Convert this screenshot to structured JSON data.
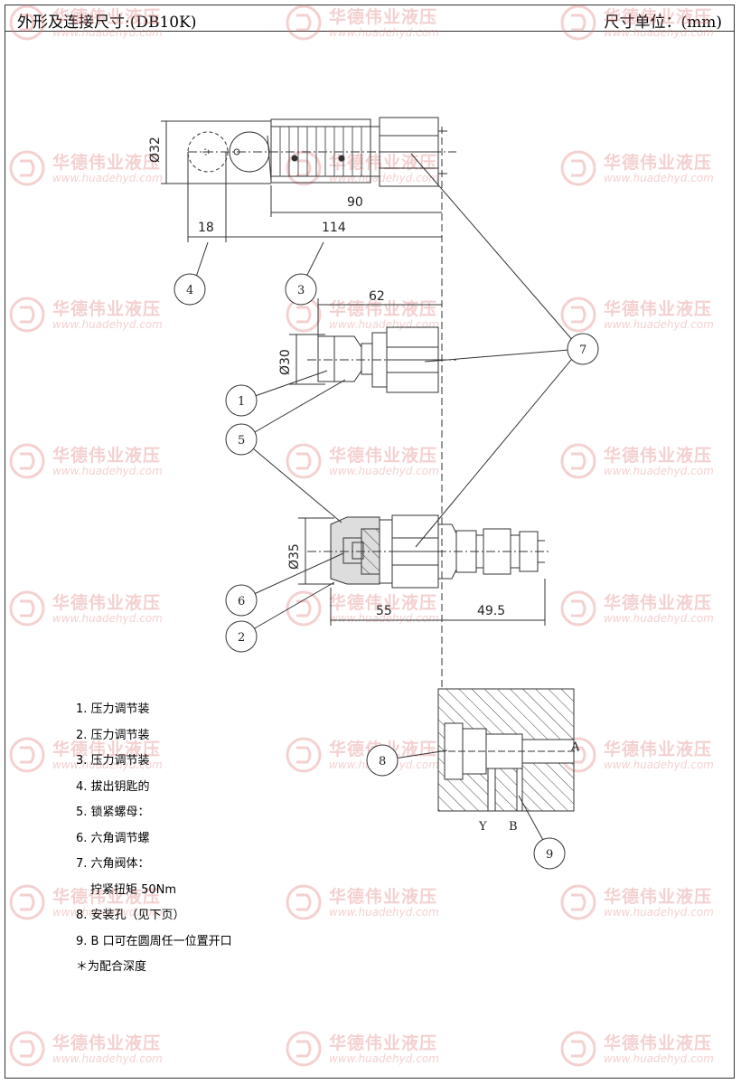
{
  "header": {
    "title": "外形及连接尺寸:(DB10K)",
    "unit": "尺寸单位：(mm)"
  },
  "watermark": {
    "brand": "华德伟业液压",
    "url": "www.huadehyd.com",
    "color": "#e07a7a"
  },
  "dimensions": {
    "d32": "Ø32",
    "l90": "90",
    "l18": "18",
    "l114": "114",
    "l62": "62",
    "d30": "Ø30",
    "d35": "Ø35",
    "l55": "55",
    "l49_5": "49.5"
  },
  "bubbles": {
    "b1": "1",
    "b2": "2",
    "b3": "3",
    "b4": "4",
    "b5": "5",
    "b6": "6",
    "b7": "7",
    "b8": "8",
    "b9": "9"
  },
  "ports": {
    "a": "A",
    "y": "Y",
    "b": "B"
  },
  "notes": [
    "1. 压力调节装",
    "2. 压力调节装",
    "3. 压力调节装",
    "4. 拔出钥匙的",
    "5. 锁紧螺母：",
    "6. 六角调节螺",
    "7. 六角阀体：",
    "拧紧扭矩 50Nm",
    "8. 安装孔（见下页）",
    "9. B 口可在圆周任一位置开口",
    "＊为配合深度"
  ]
}
